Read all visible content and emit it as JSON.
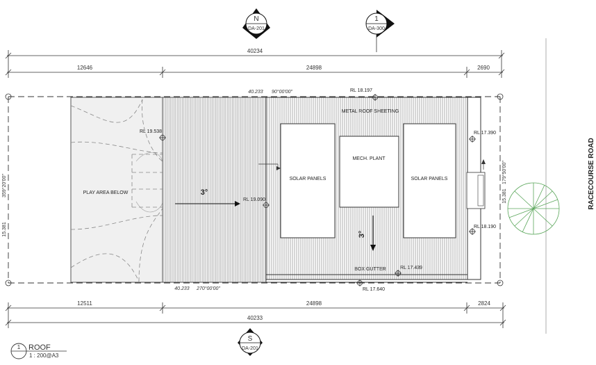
{
  "markers": {
    "north": {
      "letter": "N",
      "ref": "DA-201"
    },
    "section_top": {
      "letter": "1",
      "ref": "DA-300"
    },
    "south": {
      "letter": "S",
      "ref": "DA-201"
    }
  },
  "dimensions_top": {
    "overall": "40234",
    "left": "12646",
    "mid": "24898",
    "right": "2690"
  },
  "dimensions_bottom": {
    "overall": "40233",
    "left": "12511",
    "mid": "24898",
    "right": "2824"
  },
  "side_dims": {
    "left_bearing": "359°20'00\"",
    "left_len": "15.381",
    "right_bearing": "179°50'00\"",
    "right_len": "15.381"
  },
  "bearings": {
    "top_len": "40.233",
    "top_angle": "90°00'00\"",
    "bottom_len": "40.233",
    "bottom_angle": "270°00'00\""
  },
  "levels": {
    "rl1": "RL 18.197",
    "rl2": "RL 19.538",
    "rl3": "RL 19.090",
    "rl4": "RL 17.390",
    "rl5": "RL 18.190",
    "rl6": "RL 17.439",
    "rl7": "RL 17.640"
  },
  "labels": {
    "play_area": "PLAY AREA BELOW",
    "metal_roof": "METAL ROOF SHEETING",
    "solar_left": "SOLAR PANELS",
    "mech_plant": "MECH. PLANT",
    "solar_right": "SOLAR PANELS",
    "box_gutter": "BOX GUTTER",
    "slope_west": "3°",
    "slope_south": "3°",
    "road": "RACECOURSE ROAD"
  },
  "title": {
    "number": "1",
    "name": "ROOF",
    "scale": "1 : 200@A3"
  }
}
